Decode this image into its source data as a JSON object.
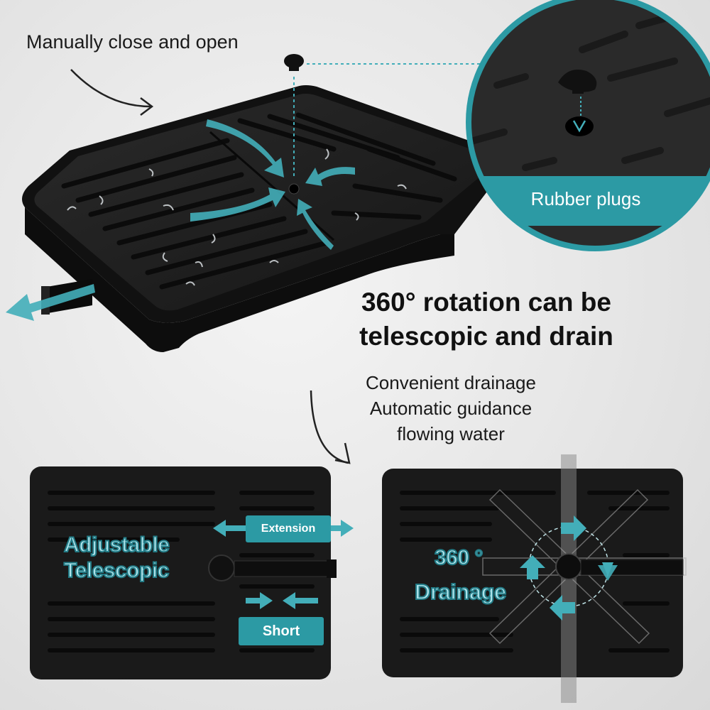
{
  "captions": {
    "manual": "Manually close and open",
    "rubber": "Rubber plugs",
    "headline_line1": "360° rotation can be",
    "headline_line2": "telescopic and drain",
    "drain_line1": "Convenient drainage",
    "drain_line2": "Automatic guidance",
    "drain_line3": "flowing water"
  },
  "left_tray": {
    "label_line1": "Adjustable",
    "label_line2": "Telescopic",
    "extension_label": "Extension",
    "short_label": "Short"
  },
  "right_tray": {
    "label_line1": "360 °",
    "label_line2": "Drainage"
  },
  "colors": {
    "accent": "#2c9aa4",
    "tray": "#1c1c1c",
    "background": "#e8e8e8"
  }
}
